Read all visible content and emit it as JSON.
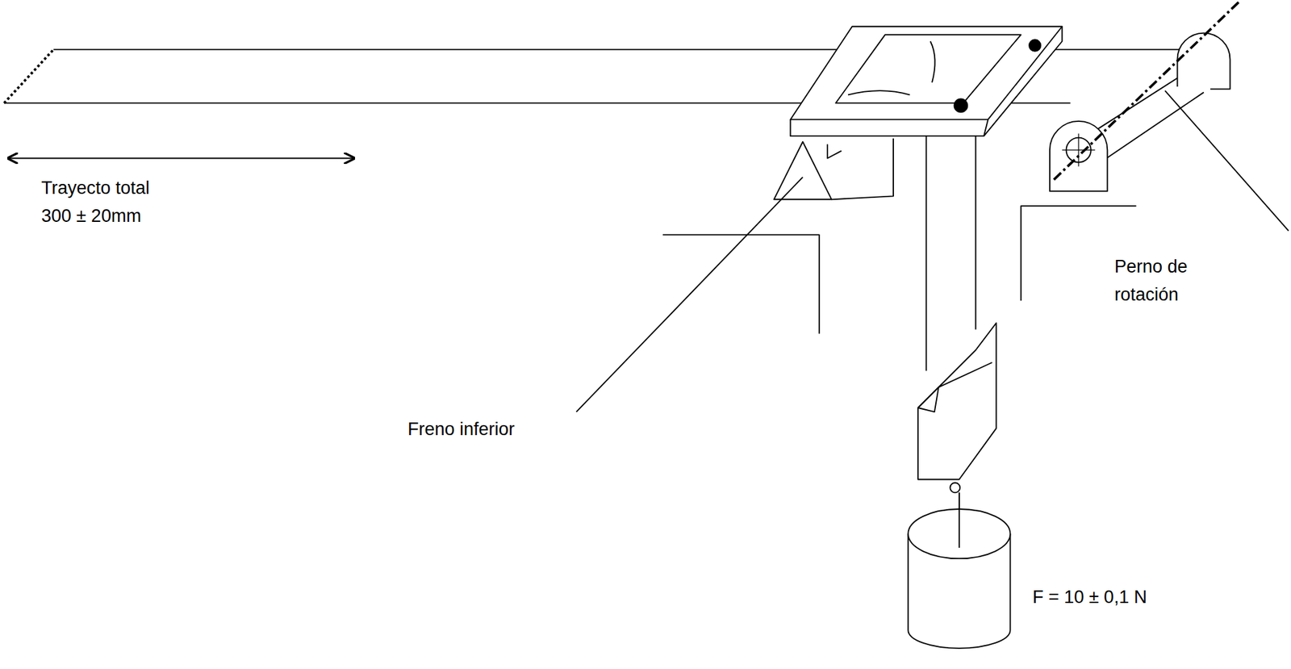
{
  "diagram": {
    "labels": [
      "Trayecto total 300 ± 20mm",
      "Freno inferior",
      "Perno de rotación",
      "F = 10 ± 0,1 N"
    ]
  }
}
